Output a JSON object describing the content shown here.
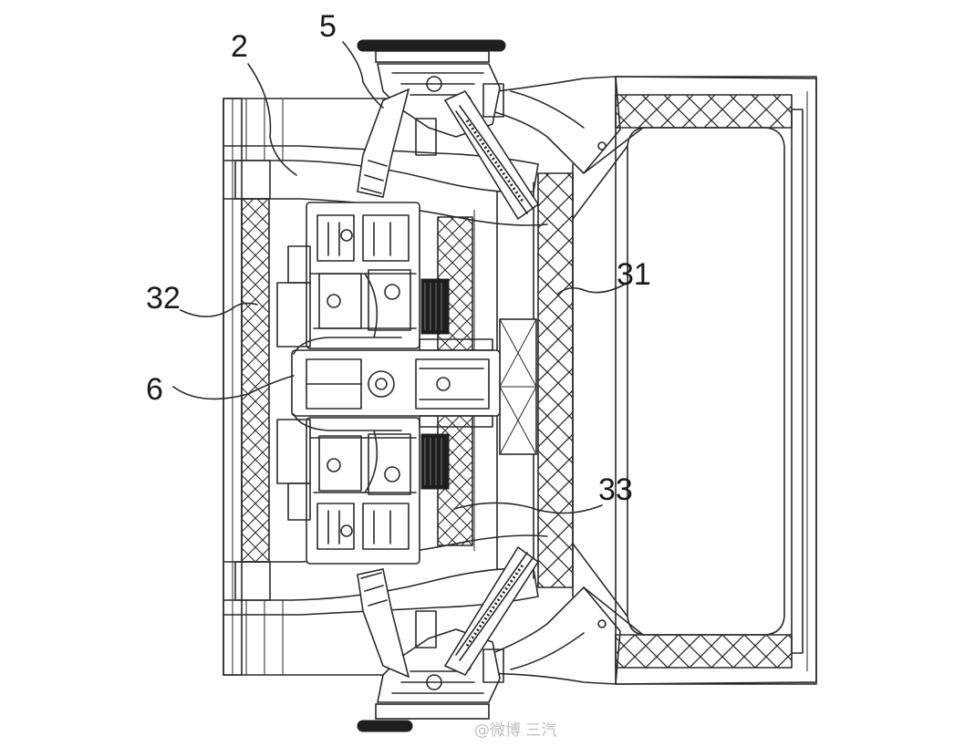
{
  "figure": {
    "callouts": [
      {
        "id": "label-2",
        "text": "2"
      },
      {
        "id": "label-5",
        "text": "5"
      },
      {
        "id": "label-31",
        "text": "31"
      },
      {
        "id": "label-32",
        "text": "32"
      },
      {
        "id": "label-6",
        "text": "6"
      },
      {
        "id": "label-33",
        "text": "33"
      }
    ],
    "watermark": "@微博 三汽"
  }
}
